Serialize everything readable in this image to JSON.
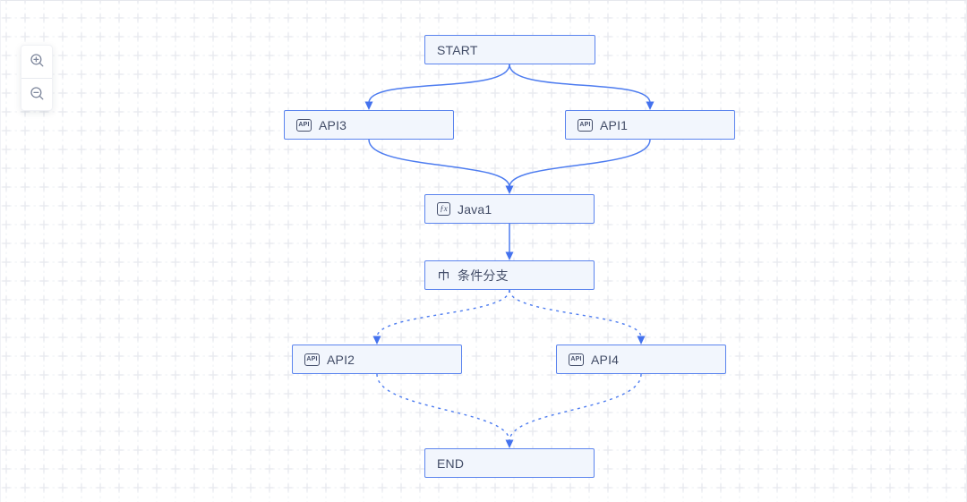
{
  "app": {
    "view": "workflow-canvas"
  },
  "zoom_controls": {
    "buttons": [
      {
        "icon": "zoom-in-icon"
      },
      {
        "icon": "zoom-out-icon"
      }
    ]
  },
  "icons": {
    "api_badge": "API",
    "fx_badge": "ƒx"
  },
  "nodes": [
    {
      "id": "start",
      "label": "START",
      "icon": null,
      "type": "start"
    },
    {
      "id": "api3",
      "label": "API3",
      "icon": "api",
      "type": "api"
    },
    {
      "id": "api1",
      "label": "API1",
      "icon": "api",
      "type": "api"
    },
    {
      "id": "java1",
      "label": "Java1",
      "icon": "fx",
      "type": "function"
    },
    {
      "id": "branch",
      "label": "条件分支",
      "icon": "branch",
      "type": "condition"
    },
    {
      "id": "api2",
      "label": "API2",
      "icon": "api",
      "type": "api"
    },
    {
      "id": "api4",
      "label": "API4",
      "icon": "api",
      "type": "api"
    },
    {
      "id": "end",
      "label": "END",
      "icon": null,
      "type": "end"
    }
  ],
  "edges": [
    {
      "from": "START",
      "to": "API3",
      "line": "solid"
    },
    {
      "from": "START",
      "to": "API1",
      "line": "solid"
    },
    {
      "from": "API3",
      "to": "Java1",
      "line": "solid"
    },
    {
      "from": "API1",
      "to": "Java1",
      "line": "solid"
    },
    {
      "from": "Java1",
      "to": "条件分支",
      "line": "solid"
    },
    {
      "from": "条件分支",
      "to": "API2",
      "line": "dashed"
    },
    {
      "from": "条件分支",
      "to": "API4",
      "line": "dashed"
    },
    {
      "from": "API2",
      "to": "END",
      "line": "dashed"
    },
    {
      "from": "API4",
      "to": "END",
      "line": "dashed"
    }
  ],
  "colors": {
    "edge": "#4d7cf0",
    "arrow": "#4472ee",
    "node_border": "#5b84ee",
    "node_fill": "#f2f6fd",
    "node_text": "#424c66",
    "grid_cross": "#e8eaef"
  }
}
